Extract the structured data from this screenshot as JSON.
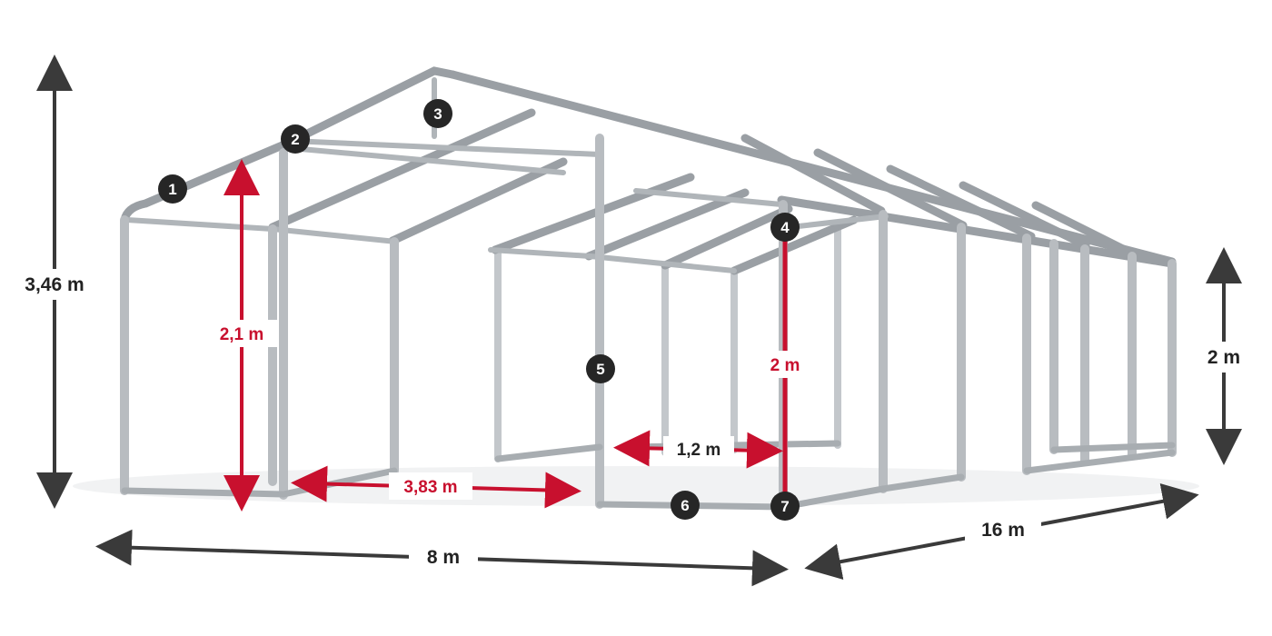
{
  "colors": {
    "frame_light": "#cdd1d4",
    "frame_dark": "#8d9297",
    "dimension_dark": "#3a3a3a",
    "dimension_red": "#c8102e",
    "badge": "#262626"
  },
  "dimensions": {
    "total_height": "3,46 m",
    "side_wall_height": "2 m",
    "front_height": "2,1 m",
    "inner_post_height": "2 m",
    "spacing_long": "3,83 m",
    "spacing_short": "1,2 m",
    "width": "8 m",
    "length": "16 m"
  },
  "badges": [
    "1",
    "2",
    "3",
    "4",
    "5",
    "6",
    "7"
  ]
}
